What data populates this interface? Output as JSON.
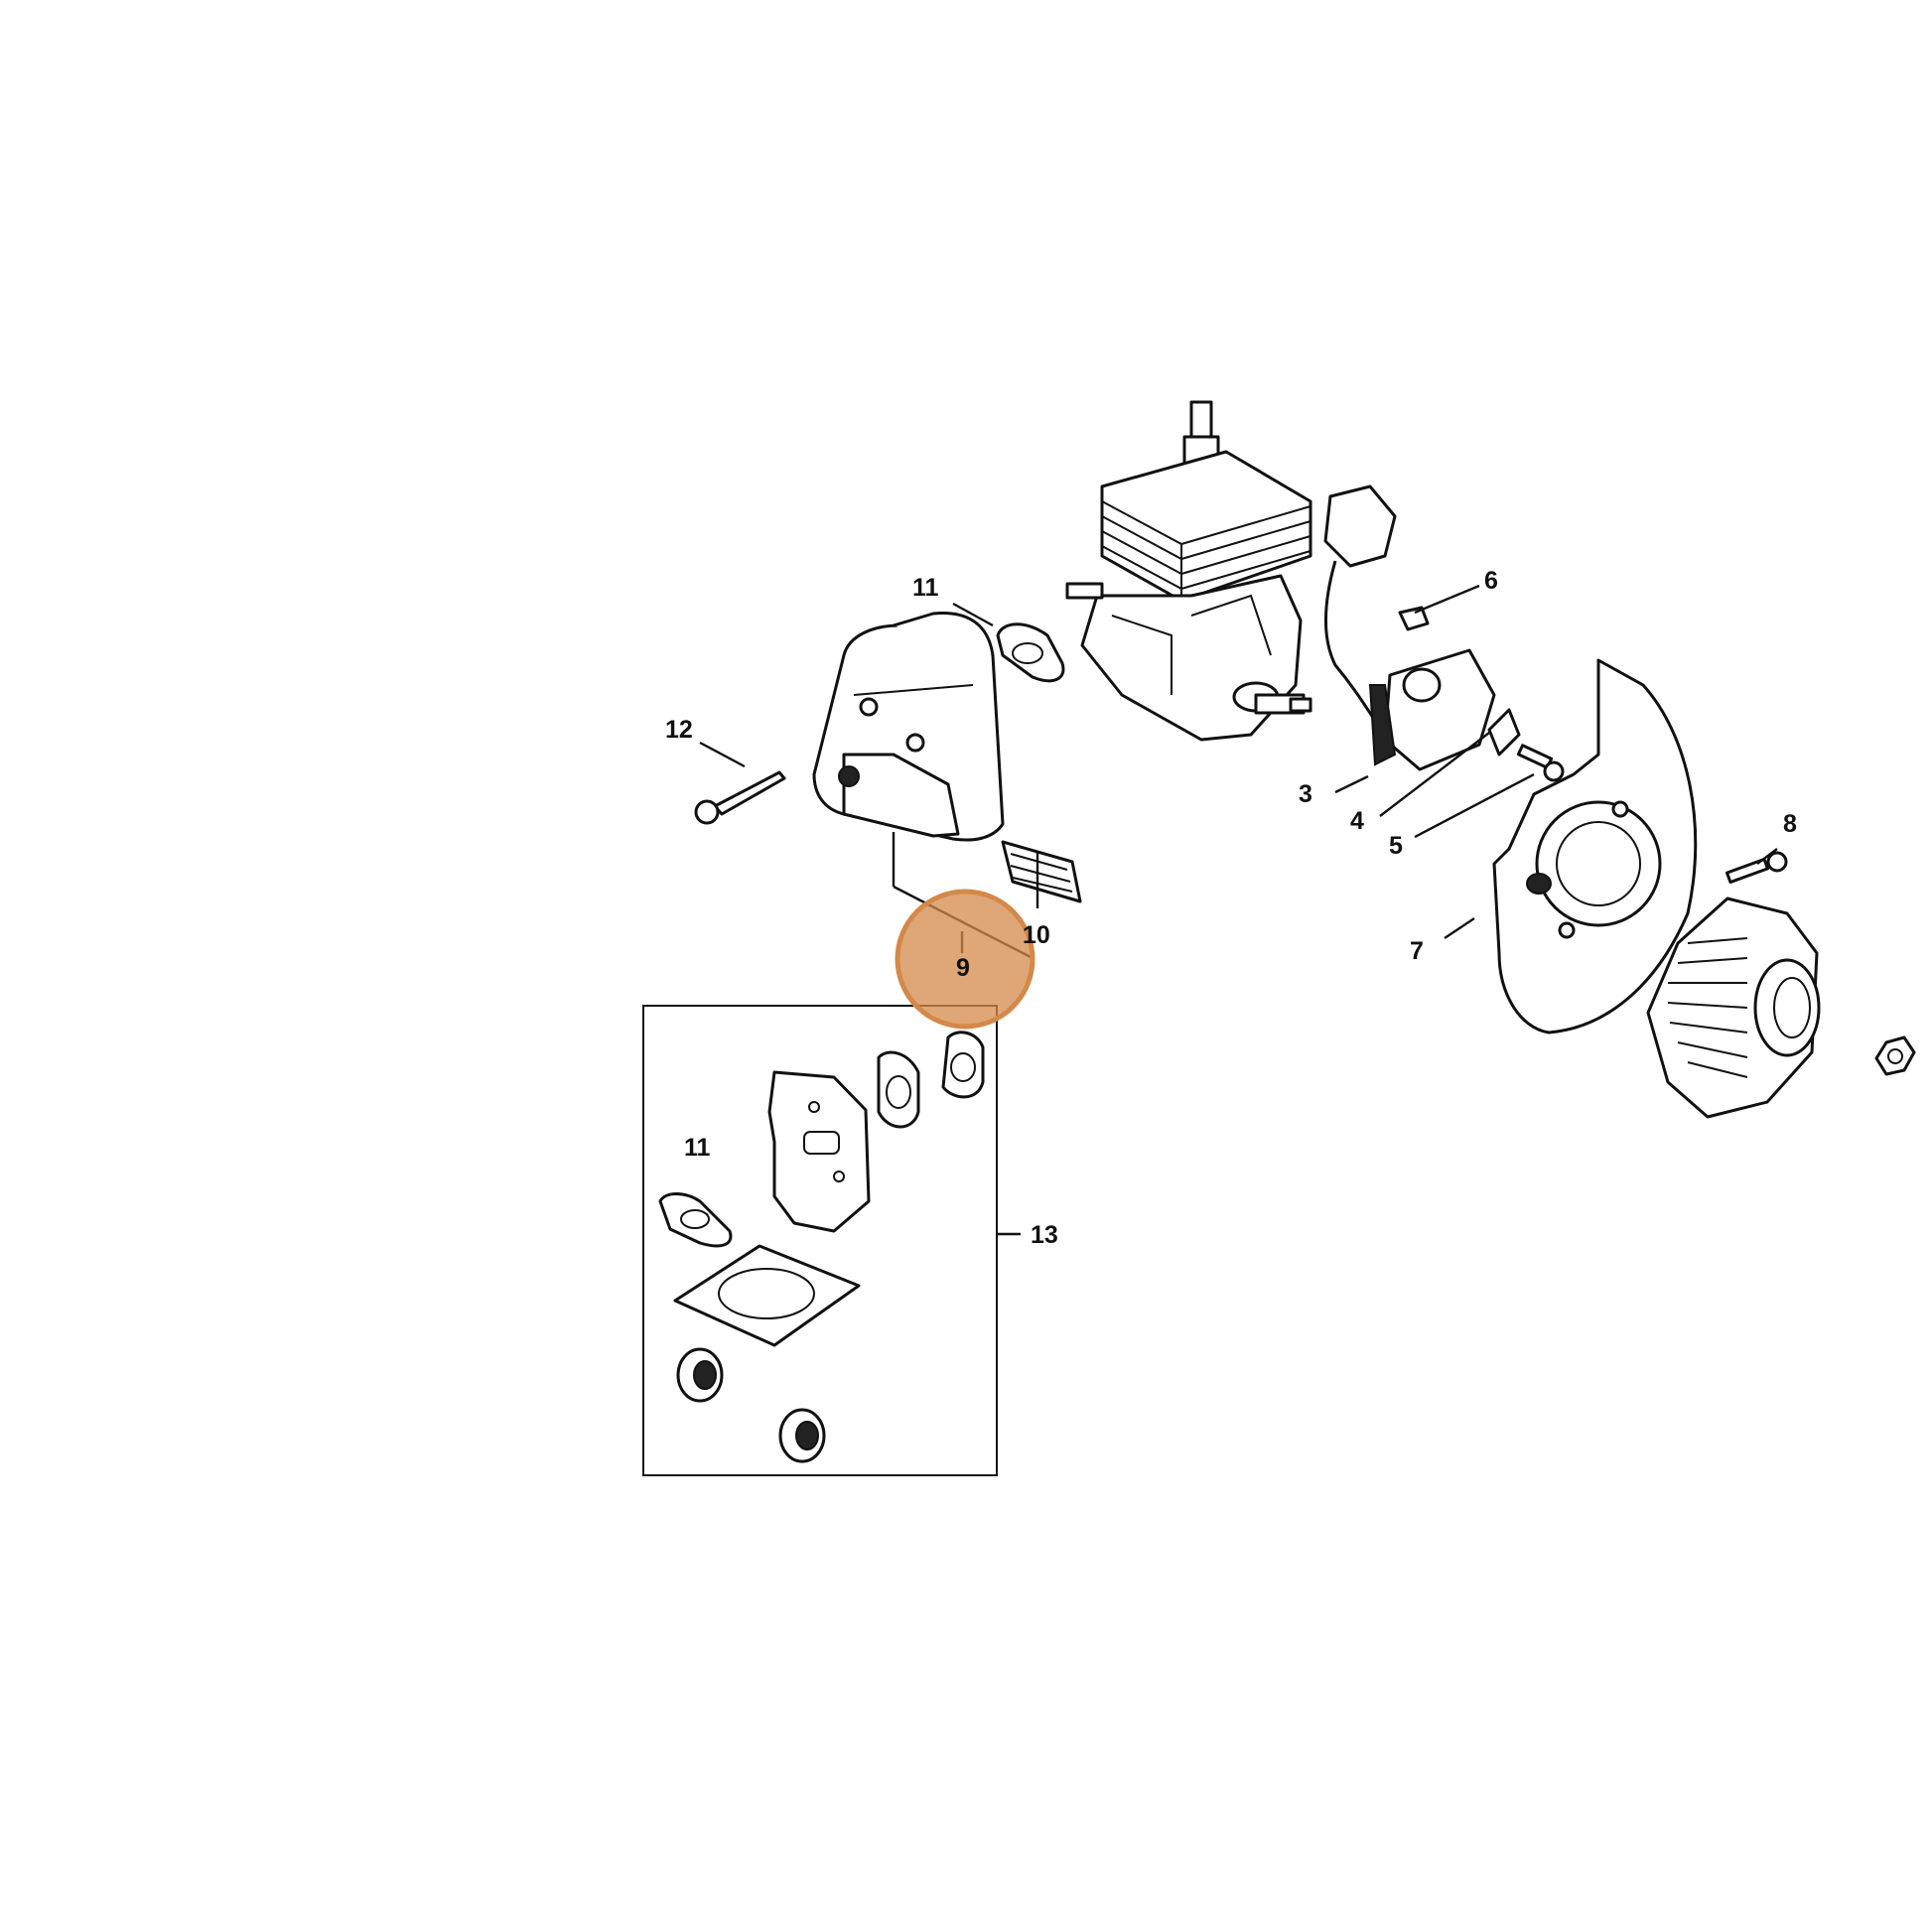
{
  "diagram": {
    "labels": {
      "p3": "3",
      "p4": "4",
      "p5": "5",
      "p6": "6",
      "p7": "7",
      "p8": "8",
      "p9": "9",
      "p10": "10",
      "p11a": "11",
      "p11b": "11",
      "p12": "12",
      "p13": "13"
    },
    "highlight": {
      "part": "9",
      "color": "#d4894a"
    },
    "colors": {
      "ink": "#111111",
      "background": "#ffffff"
    }
  }
}
